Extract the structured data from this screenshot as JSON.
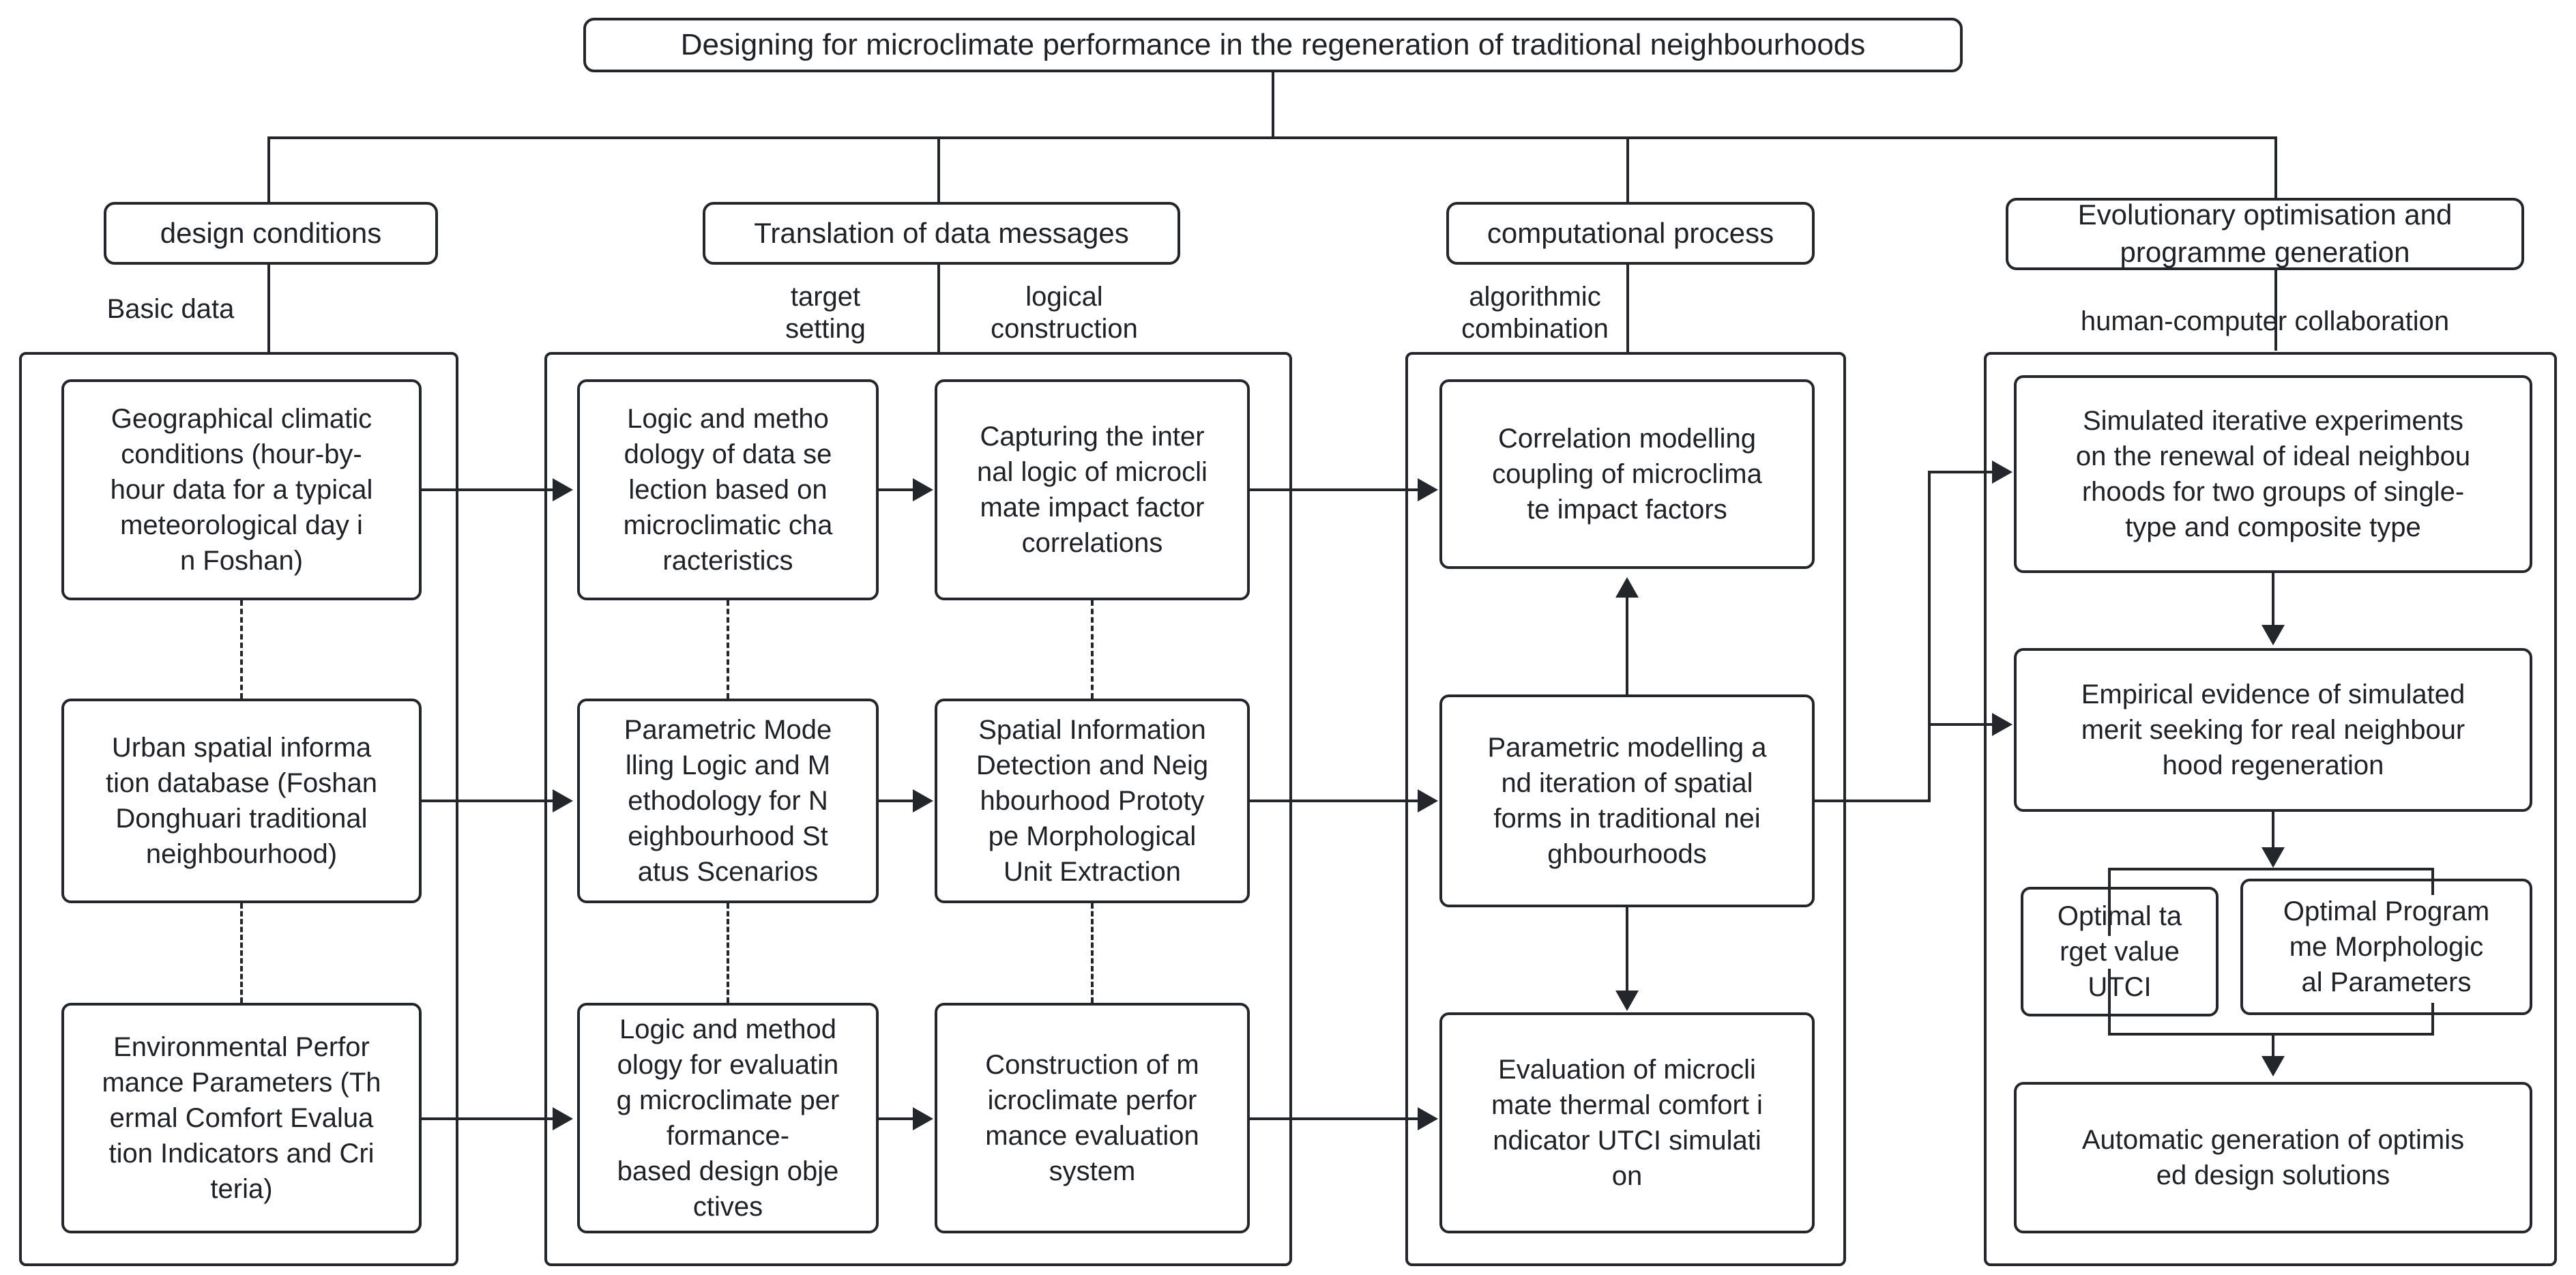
{
  "diagram": {
    "title": "Designing for microclimate performance in the regeneration of traditional neighbourhoods",
    "stages": [
      {
        "id": "design-conditions",
        "label": "design conditions"
      },
      {
        "id": "translation-of-data-messages",
        "label": "Translation of data messages"
      },
      {
        "id": "computational-process",
        "label": "computational process"
      },
      {
        "id": "evolutionary-optimisation",
        "label": "Evolutionary optimisation and\nprogramme generation"
      }
    ],
    "captions": [
      {
        "id": "basic-data",
        "text": "Basic data"
      },
      {
        "id": "target-setting",
        "text": "target\nsetting"
      },
      {
        "id": "logical-construction",
        "text": "logical\nconstruction"
      },
      {
        "id": "algorithmic-combination",
        "text": "algorithmic\ncombination"
      },
      {
        "id": "human-computer-collaboration",
        "text": "human-computer collaboration"
      }
    ],
    "columns": {
      "basic_data": {
        "nodes": [
          {
            "id": "geographical-climatic-conditions",
            "text": "Geographical climatic\nconditions (hour-by-\nhour data for a typical\nmeteorological day i\nn Foshan)"
          },
          {
            "id": "urban-spatial-information-database",
            "text": "Urban spatial informa\ntion database (Foshan\nDonghuari traditional\nneighbourhood)"
          },
          {
            "id": "environmental-performance-parameters",
            "text": "Environmental Perfor\nmance Parameters (Th\nermal Comfort Evalua\ntion Indicators and Cri\nteria)"
          }
        ]
      },
      "target_setting": {
        "nodes": [
          {
            "id": "logic-methodology-data-selection",
            "text": "Logic and metho\ndology of data se\nlection based on\nmicroclimatic cha\nracteristics"
          },
          {
            "id": "parametric-modelling-logic-methodology",
            "text": "Parametric Mode\nlling Logic and M\nethodology for N\neighbourhood St\natus Scenarios"
          },
          {
            "id": "logic-methodology-evaluating-microclimate",
            "text": "Logic and method\nology for evaluatin\ng microclimate per\nformance-\nbased design obje\nctives"
          }
        ]
      },
      "logical_construction": {
        "nodes": [
          {
            "id": "capturing-internal-logic",
            "text": "Capturing the inter\nnal logic of microcli\nmate impact factor\ncorrelations"
          },
          {
            "id": "spatial-information-detection",
            "text": "Spatial Information\nDetection and Neig\nhbourhood Prototy\npe Morphological\nUnit Extraction"
          },
          {
            "id": "construction-evaluation-system",
            "text": "Construction of m\nicroclimate perfor\nmance evaluation\nsystem"
          }
        ]
      },
      "algorithmic_combination": {
        "nodes": [
          {
            "id": "correlation-modelling-coupling",
            "text": "Correlation modelling\ncoupling of microclima\nte impact factors"
          },
          {
            "id": "parametric-modelling-iteration",
            "text": "Parametric modelling a\nnd iteration of spatial\nforms in traditional nei\nghbourhoods"
          },
          {
            "id": "evaluation-utci-simulation",
            "text": "Evaluation of microcli\nmate thermal comfort i\nndicator UTCI simulati\non"
          }
        ]
      },
      "human_computer_collaboration": {
        "nodes": [
          {
            "id": "simulated-iterative-experiments",
            "text": "Simulated iterative experiments\non the renewal of ideal neighbou\nrhoods for two groups of single-\ntype and composite type"
          },
          {
            "id": "empirical-evidence-merit-seeking",
            "text": "Empirical evidence of simulated\nmerit seeking for real neighbour\nhood regeneration"
          },
          {
            "id": "optimal-target-value-utci",
            "text": "Optimal ta\nrget value\nUTCI"
          },
          {
            "id": "optimal-programme-morphological-parameters",
            "text": "Optimal Program\nme Morphologic\nal Parameters"
          },
          {
            "id": "automatic-generation-optimised-design",
            "text": "Automatic generation of optimis\ned design solutions"
          }
        ]
      }
    },
    "colors": {
      "stroke": "#23272b",
      "text": "#1e2226",
      "background": "#ffffff"
    }
  }
}
